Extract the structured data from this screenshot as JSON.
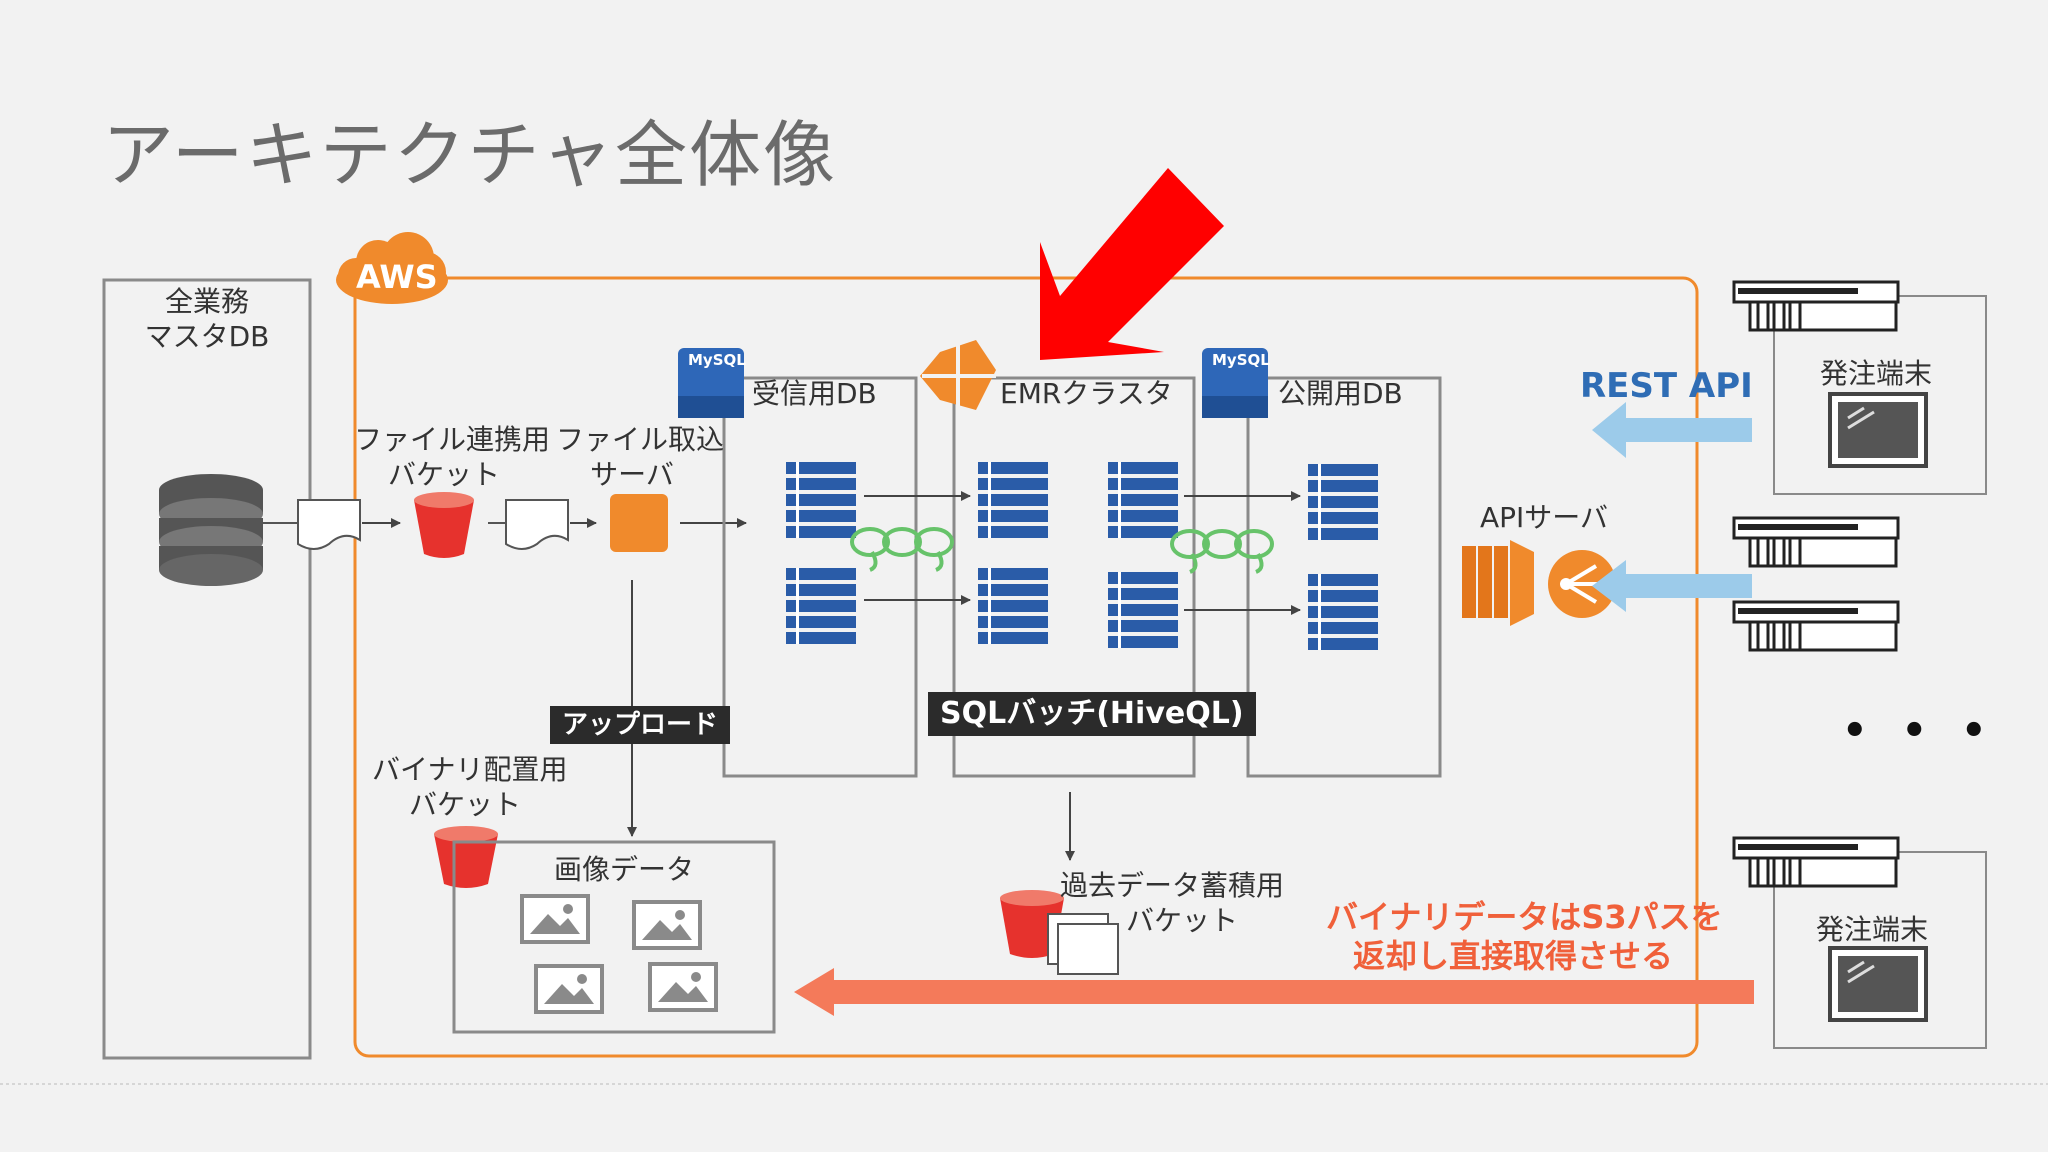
{
  "title": "アーキテクチャ全体像",
  "aws_label": "AWS",
  "mysql_label": "MySQL",
  "master_db": {
    "line1": "全業務",
    "line2": "マスタDB"
  },
  "file_bucket": {
    "line1": "ファイル連携用",
    "line2": "バケット"
  },
  "import_server": {
    "line1": "ファイル取込",
    "line2": "サーバ"
  },
  "receive_db": "受信用DB",
  "emr_cluster": "EMRクラスタ",
  "public_db": "公開用DB",
  "upload_badge": "アップロード",
  "sql_batch_badge": "SQLバッチ(HiveQL)",
  "binary_bucket": {
    "line1": "バイナリ配置用",
    "line2": "バケット"
  },
  "image_data": "画像データ",
  "history_bucket": {
    "line1": "過去データ蓄積用",
    "line2": "バケット"
  },
  "rest_api": "REST API",
  "api_server": "APIサーバ",
  "terminal_1": "発注端末",
  "terminal_2": "発注端末",
  "ellipsis": "• • •",
  "binary_note": {
    "line1": "バイナリデータはS3パスを",
    "line2": "返却し直接取得させる"
  },
  "colors": {
    "aws_orange": "#f08a2c",
    "mysql_blue": "#2e67b8",
    "table_blue": "#2a5ca8",
    "hadoop_green": "#67c36a",
    "red_arrow": "#ff0000",
    "binary_arrow": "#f47a5a",
    "rest_arrow": "#9ccbea",
    "title_gray": "#6b6b6b"
  },
  "icons": [
    "database-icon",
    "s3-bucket-icon",
    "ec2-server-icon",
    "mysql-icon",
    "emr-icon",
    "hadoop-icon",
    "table-icon",
    "image-icon",
    "elb-icon",
    "terminal-icon",
    "pos-printer-icon",
    "red-callout-arrow-icon"
  ]
}
